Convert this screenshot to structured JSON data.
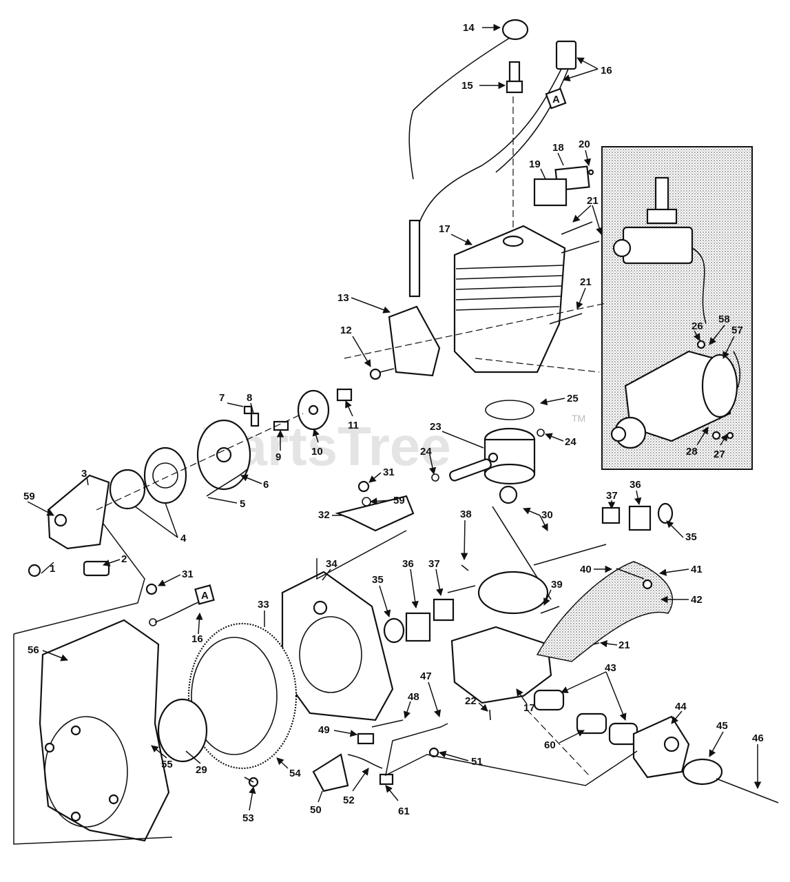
{
  "watermark": {
    "text": "PartsTree",
    "tm": "TM"
  },
  "wire_tag": "A",
  "callouts": {
    "c1": "1",
    "c2": "2",
    "c3": "3",
    "c4": "4",
    "c5": "5",
    "c6": "6",
    "c7": "7",
    "c8": "8",
    "c9": "9",
    "c10": "10",
    "c11": "11",
    "c12": "12",
    "c13": "13",
    "c14": "14",
    "c15": "15",
    "c16": "16",
    "c17": "17",
    "c18": "18",
    "c19": "19",
    "c20": "20",
    "c21": "21",
    "c22": "22",
    "c23": "23",
    "c24": "24",
    "c25": "25",
    "c26": "26",
    "c27": "27",
    "c28": "28",
    "c29": "29",
    "c30": "30",
    "c31": "31",
    "c32": "32",
    "c33": "33",
    "c34": "34",
    "c35": "35",
    "c36": "36",
    "c37": "37",
    "c38": "38",
    "c39": "39",
    "c40": "40",
    "c41": "41",
    "c42": "42",
    "c43": "43",
    "c44": "44",
    "c45": "45",
    "c46": "46",
    "c47": "47",
    "c48": "48",
    "c49": "49",
    "c50": "50",
    "c51": "51",
    "c52": "52",
    "c53": "53",
    "c54": "54",
    "c55": "55",
    "c56": "56",
    "c57": "57",
    "c58": "58",
    "c59": "59",
    "c60": "60",
    "c61": "61"
  }
}
